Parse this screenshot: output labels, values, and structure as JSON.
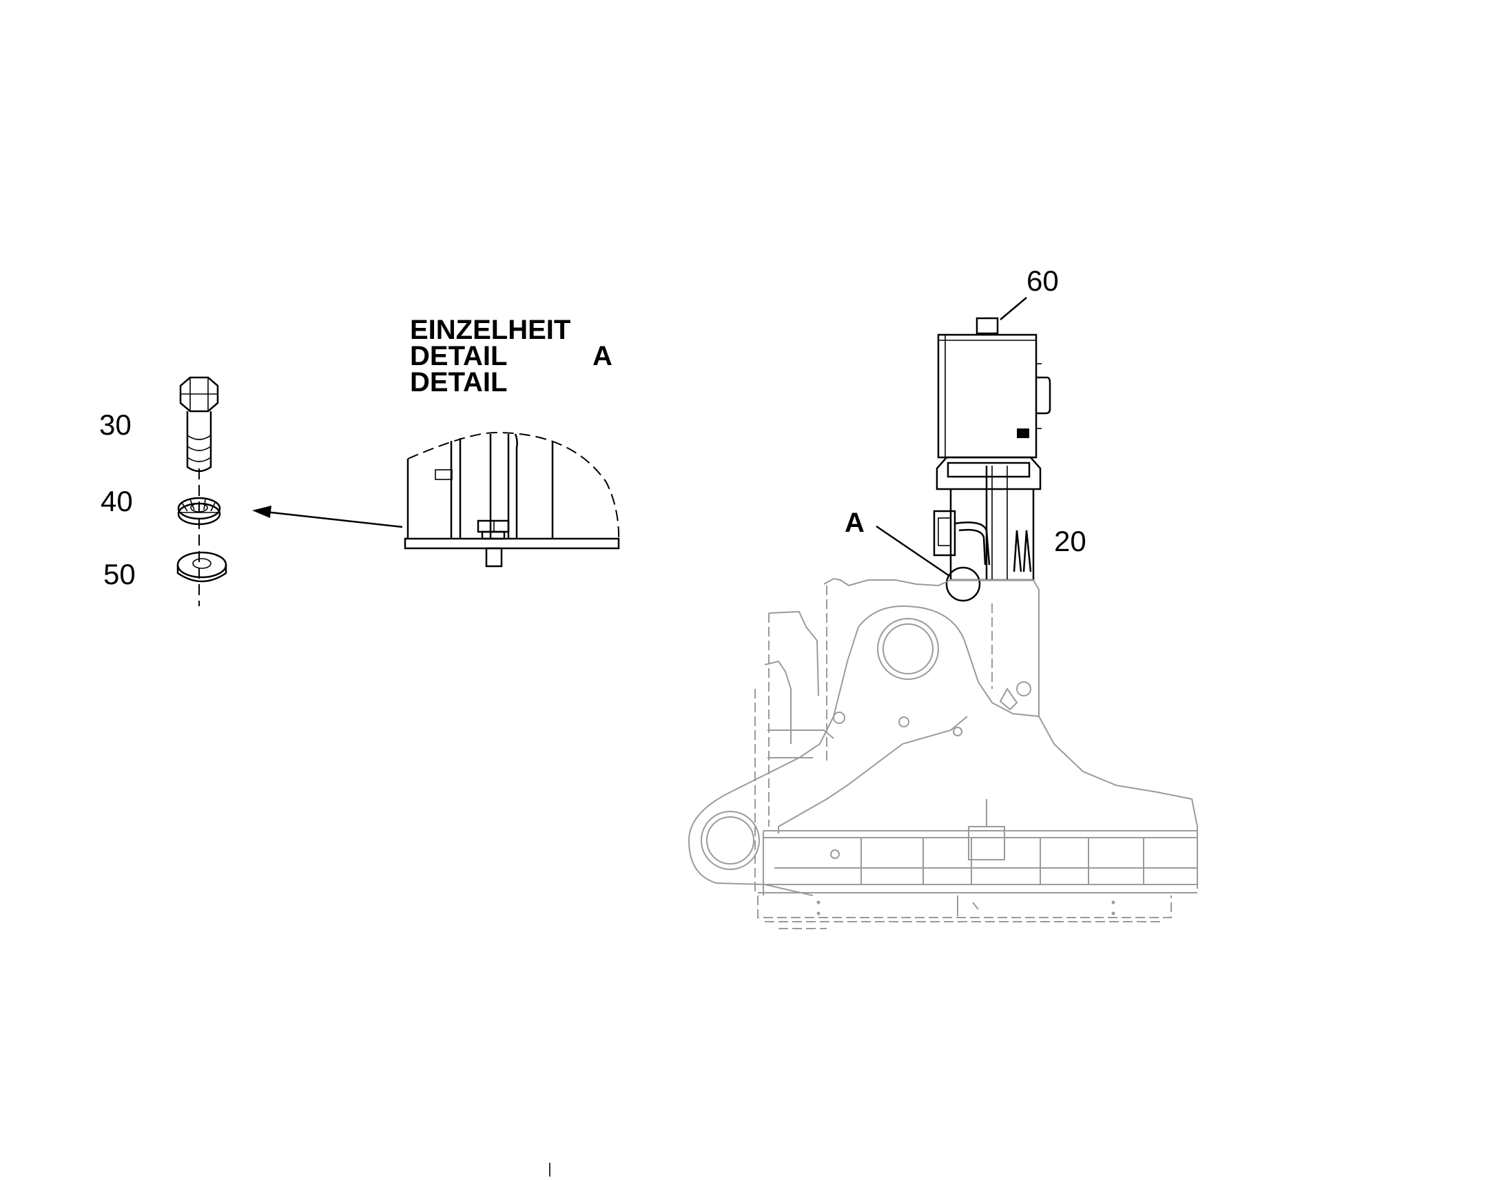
{
  "detail_heading": {
    "line1": "EINZELHEIT",
    "line2": "DETAIL",
    "line3": "DETAIL",
    "letter": "A"
  },
  "callouts": {
    "bolt": "30",
    "lock_washer": "40",
    "washer": "50",
    "top_cap": "60",
    "column": "20",
    "detail_marker": "A"
  }
}
